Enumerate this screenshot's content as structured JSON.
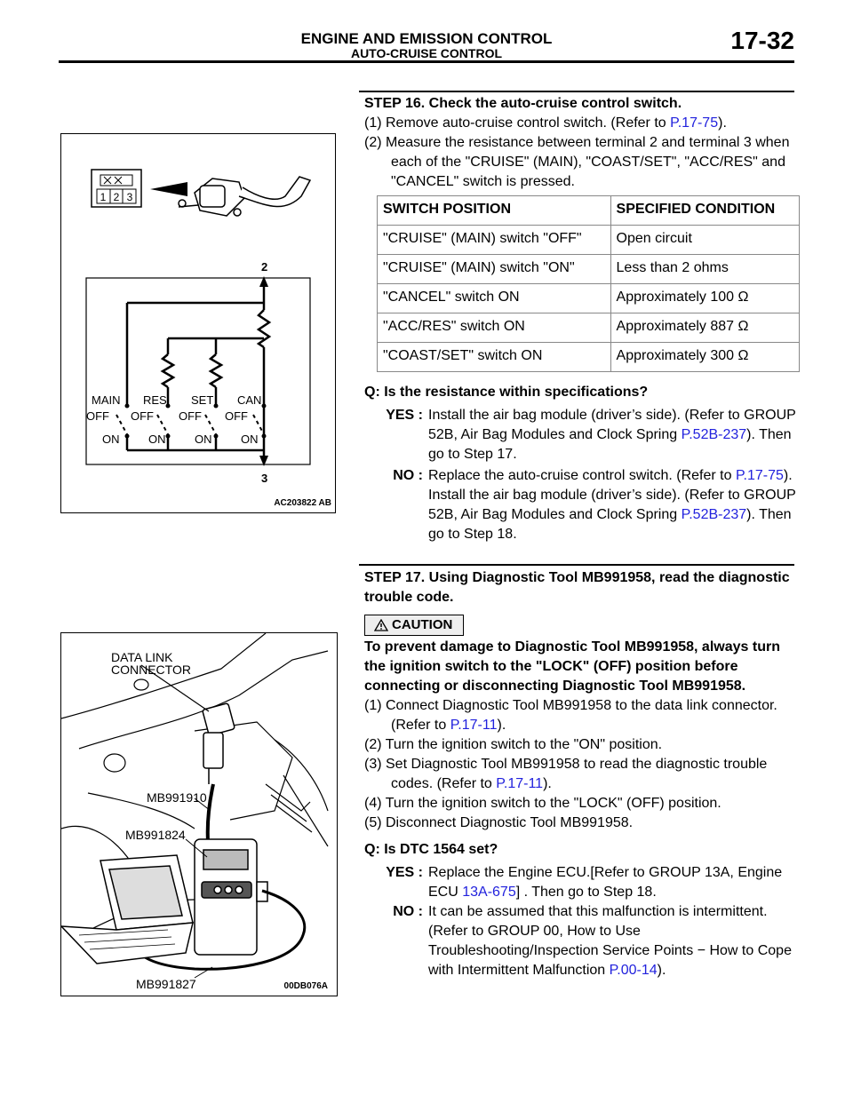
{
  "header": {
    "title": "ENGINE AND EMISSION CONTROL",
    "subtitle": "AUTO-CRUISE CONTROL",
    "page": "17-32"
  },
  "figure1": {
    "connector_pins": [
      "1",
      "2",
      "3"
    ],
    "terminal_top": "2",
    "terminal_bottom": "3",
    "switch_names": [
      "MAIN",
      "RES",
      "SET",
      "CAN"
    ],
    "off_label": "OFF",
    "on_label": "ON",
    "code": "AC203822 AB"
  },
  "step16": {
    "title": "STEP 16. Check the auto-cruise control switch.",
    "item1_text": "(1) Remove auto-cruise control switch. (Refer to ",
    "item1_link": "P.17-75",
    "item1_end": ").",
    "item2_text": "(2) Measure the resistance between terminal 2 and terminal 3 when each of the \"CRUISE\" (MAIN), \"COAST/SET\", \"ACC/RES\" and \"CANCEL\" switch is pressed.",
    "table_headers": [
      "SWITCH POSITION",
      "SPECIFIED CONDITION"
    ],
    "table_rows": [
      [
        "\"CRUISE\" (MAIN) switch \"OFF\"",
        "Open circuit"
      ],
      [
        "\"CRUISE\" (MAIN) switch \"ON\"",
        "Less than 2 ohms"
      ],
      [
        "\"CANCEL\" switch ON",
        "Approximately 100 Ω"
      ],
      [
        "\"ACC/RES\" switch ON",
        "Approximately 887 Ω"
      ],
      [
        "\"COAST/SET\" switch ON",
        "Approximately 300 Ω"
      ]
    ],
    "question": "Q: Is the resistance within specifications?",
    "yes_tag": "YES :",
    "yes_text": "Install the air bag module (driver’s side). (Refer to GROUP 52B, Air Bag Modules and Clock Spring ",
    "yes_link": "P.52B-237",
    "yes_end": "). Then go to Step 17.",
    "no_tag": "NO :",
    "no_text": "Replace the auto-cruise control switch. (Refer to ",
    "no_link": "P.17-75",
    "no_mid": "). Install the air bag module (driver’s side). (Refer to GROUP 52B, Air Bag Modules and Clock Spring ",
    "no_link2": "P.52B-237",
    "no_end": "). Then go to Step 18."
  },
  "figure2": {
    "label_dlc_1": "DATA LINK",
    "label_dlc_2": "CONNECTOR",
    "label_cable": "MB991910",
    "label_interface": "MB991824",
    "label_pc_cable": "MB991827",
    "code": "00DB076A"
  },
  "step17": {
    "title": "STEP 17. Using Diagnostic Tool MB991958, read the diagnostic trouble code.",
    "caution_label": "CAUTION",
    "caution_text": "To prevent damage to Diagnostic Tool MB991958, always turn the ignition switch to the \"LOCK\" (OFF) position before connecting or disconnecting Diagnostic Tool MB991958.",
    "item1_text": "(1) Connect Diagnostic Tool MB991958 to the data link connector. (Refer to ",
    "item1_link": "P.17-11",
    "item1_end": ").",
    "item2_text": "(2) Turn the ignition switch to the \"ON\" position.",
    "item3_text": "(3) Set Diagnostic Tool MB991958 to read the diagnostic trouble codes. (Refer to ",
    "item3_link": "P.17-11",
    "item3_end": ").",
    "item4_text": "(4) Turn the ignition switch to the \"LOCK\" (OFF) position.",
    "item5_text": "(5) Disconnect Diagnostic Tool MB991958.",
    "question": "Q: Is DTC 1564 set?",
    "yes_tag": "YES :",
    "yes_text": "Replace the Engine ECU.[Refer to GROUP 13A, Engine ECU ",
    "yes_link": "13A-675",
    "yes_end": "] . Then go to Step 18.",
    "no_tag": "NO :",
    "no_text": "It can be assumed that this malfunction is intermittent. (Refer to GROUP 00, How to Use Troubleshooting/Inspection Service Points − How to Cope with Intermittent Malfunction ",
    "no_link": "P.00-14",
    "no_end": ")."
  }
}
